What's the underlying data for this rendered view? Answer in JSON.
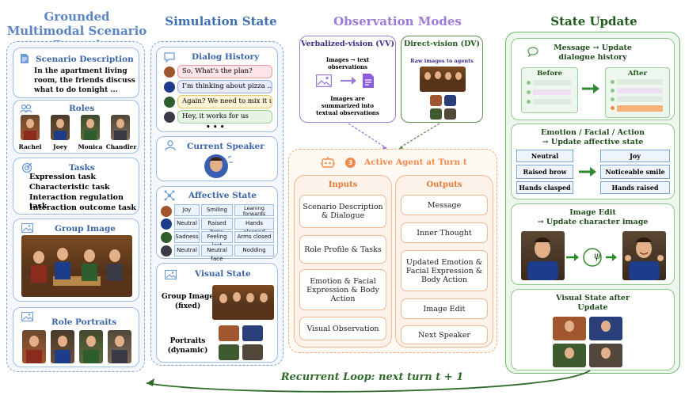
{
  "columns": {
    "record_title": "Grounded Multimodal Scenario Record",
    "simulation_title": "Simulation State",
    "observation_title": "Observation Modes",
    "update_title": "State Update"
  },
  "record": {
    "scenario_header": "Scenario Description",
    "scenario_text_1": "In the apartment living",
    "scenario_text_2": "room, the friends discuss",
    "scenario_text_3": "what to do tonight ...",
    "roles_header": "Roles",
    "roles": [
      "Rachel",
      "Joey",
      "Monica",
      "Chandler"
    ],
    "tasks_header": "Tasks",
    "tasks": [
      "Expression task",
      "Characteristic task",
      "Interaction regulation task",
      "Interaction outcome task"
    ],
    "group_image_header": "Group Image",
    "role_portraits_header": "Role Portraits"
  },
  "simulation": {
    "dialog_header": "Dialog History",
    "dialog": [
      "So, What’s the plan?",
      "I’m thinking about pizza ...",
      "Again? We need to mix it up!",
      "Hey, it works for us"
    ],
    "ellipsis": "• • •",
    "speaker_header": "Current Speaker",
    "affective_header": "Affective State",
    "affective_rows": [
      [
        "Joy",
        "Smiling",
        "Leaning forwards"
      ],
      [
        "Neutral",
        "Raised brow",
        "Hands clasped"
      ],
      [
        "Sadness",
        "Feeling lost",
        "Arms closed"
      ],
      [
        "Neutral",
        "Neutral face",
        "Nodding"
      ]
    ],
    "visual_header": "Visual State",
    "group_image_label": "Group Image (fixed)",
    "portraits_label": "Portraits (dynamic)"
  },
  "observation": {
    "vv_title": "Verbalized-vision (VV)",
    "vv_sub_1": "Images → text",
    "vv_sub_2": "observations",
    "vv_note_1": "Images are",
    "vv_note_2": "summarized into",
    "vv_note_3": "textual observations",
    "dv_title": "Direct-vision (DV)",
    "dv_sub": "Raw images to agents",
    "agent_badge": "3",
    "agent_title": "Active Agent at Turn t",
    "inputs_header": "Inputs",
    "outputs_header": "Outputs",
    "inputs": [
      "Scenario Description & Dialogue",
      "Role Profile & Tasks",
      "Emotion & Facial Expression & Body Action",
      "Visual Observation"
    ],
    "outputs": [
      "Message",
      "Inner Thought",
      "Updated Emotion & Facial Expression & Body Action",
      "Image Edit",
      "Next Speaker"
    ]
  },
  "update": {
    "msg_title_1": "Message → Update",
    "msg_title_2": "dialogue history",
    "before_label": "Before",
    "after_label": "After",
    "emo_title_1": "Emotion / Facial / Action",
    "emo_title_2": "→ Update affective state",
    "emo_before": [
      "Neutral",
      "Raised brow",
      "Hands clasped"
    ],
    "emo_after": [
      "Joy",
      "Noticeable smile",
      "Hands raised"
    ],
    "edit_title_1": "Image Edit",
    "edit_title_2": "→ Update character image",
    "psi": "ψ",
    "vis_title_1": "Visual State after",
    "vis_title_2": "Update"
  },
  "loop_label": "Recurrent Loop: next turn t + 1",
  "colors": {
    "blue_title": "#4a76b8",
    "purple_title": "#9d7bd8",
    "green_title": "#1f5a1c",
    "orange_accent": "#ef8b4a",
    "loop_green": "#2f6b2a"
  },
  "icons": [
    "document-icon",
    "people-icon",
    "target-icon",
    "image-icon",
    "chat-icon",
    "person-icon",
    "network-icon",
    "robot-icon",
    "arrow-right-icon",
    "loop-arrow-icon"
  ]
}
